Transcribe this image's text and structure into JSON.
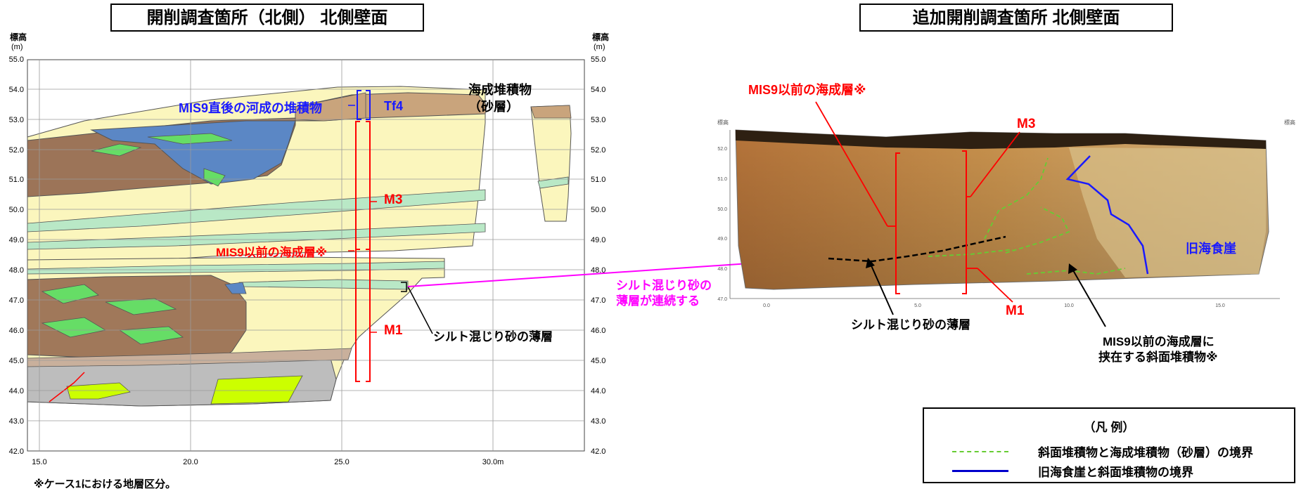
{
  "left_panel": {
    "title": "開削調査箇所（北側） 北側壁面",
    "axis_label_top": "標高",
    "axis_unit": "(m)",
    "y_ticks": [
      "55.0",
      "54.0",
      "53.0",
      "52.0",
      "51.0",
      "50.0",
      "49.0",
      "48.0",
      "47.0",
      "46.0",
      "45.0",
      "44.0",
      "43.0",
      "42.0"
    ],
    "x_ticks": [
      "15.0",
      "20.0",
      "25.0",
      "30.0m"
    ],
    "labels": {
      "mis9_after_fluvial": "MIS9直後の河成の堆積物",
      "tf4": "Tf4",
      "marine_sand_1": "海成堆積物",
      "marine_sand_2": "（砂層）",
      "m3": "M3",
      "mis9_before_marine": "MIS9以前の海成層※",
      "m1": "M1",
      "silt_sand_thin": "シルト混じり砂の薄層"
    },
    "footnote": "※ケース1における地層区分。"
  },
  "connector": {
    "line1": "シルト混じり砂の",
    "line2": "薄層が連続する",
    "color": "#ff00ff"
  },
  "right_panel": {
    "title": "追加開削調査箇所 北側壁面",
    "labels": {
      "mis9_before_marine": "MIS9以前の海成層※",
      "m3": "M3",
      "m1": "M1",
      "old_sea_cliff": "旧海食崖",
      "silt_sand_thin": "シルト混じり砂の薄層",
      "slope_dep_1": "MIS9以前の海成層に",
      "slope_dep_2": "挟在する斜面堆積物※"
    },
    "photo_x_ticks": [
      "0.0",
      "5.0",
      "10.0",
      "15.0"
    ],
    "photo_y_ticks": [
      "52.0",
      "51.0",
      "50.0",
      "49.0",
      "48.0",
      "47.0"
    ],
    "photo_axis_label": "標高"
  },
  "legend": {
    "title": "（凡 例）",
    "items": [
      {
        "label": "斜面堆積物と海成堆積物（砂層）の境界",
        "style": "dashed",
        "color": "#66cc33"
      },
      {
        "label": "旧海食崖と斜面堆積物の境界",
        "style": "solid",
        "color": "#0000cc"
      }
    ]
  },
  "colors": {
    "sand_yellow": "#fbf6bd",
    "brown": "#a0785a",
    "blue": "#5b87c5",
    "green": "#66dd66",
    "light_green": "#b9e8c6",
    "gray": "#bdbdbd",
    "lime": "#ccff00",
    "tan": "#c9a47c"
  }
}
